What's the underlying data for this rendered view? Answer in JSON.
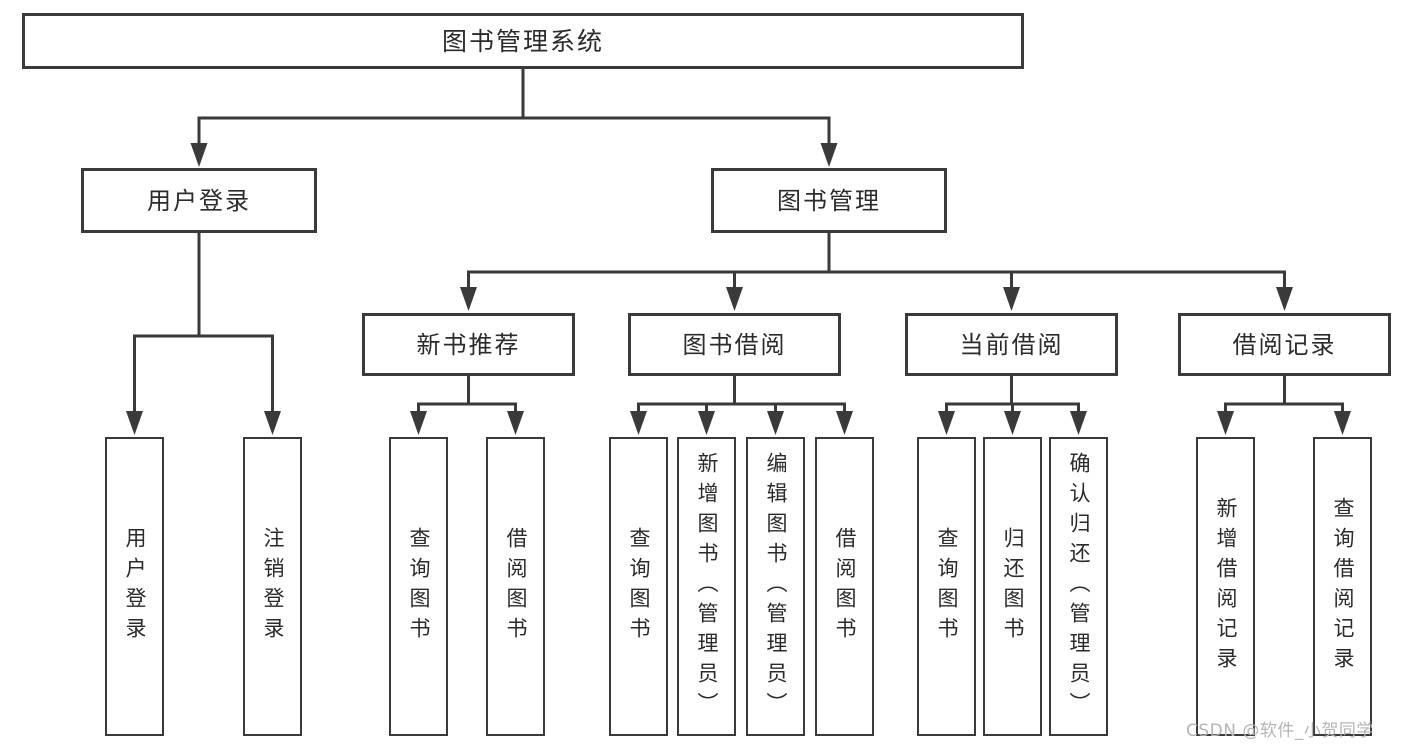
{
  "tree": {
    "root": {
      "label": "图书管理系统"
    },
    "level2": [
      {
        "id": "user-login",
        "label": "用户登录"
      },
      {
        "id": "book-management",
        "label": "图书管理"
      }
    ],
    "level3": [
      {
        "id": "new-book-recommend",
        "label": "新书推荐"
      },
      {
        "id": "book-borrowing",
        "label": "图书借阅"
      },
      {
        "id": "current-borrowing",
        "label": "当前借阅"
      },
      {
        "id": "borrowing-records",
        "label": "借阅记录"
      }
    ],
    "leaves": {
      "user_login": [
        "用户登录",
        "注销登录"
      ],
      "new_book_recommend": [
        "查询图书",
        "借阅图书"
      ],
      "book_borrowing": [
        "查询图书",
        "新增图书（管理员）",
        "编辑图书（管理员）",
        "借阅图书"
      ],
      "current_borrowing": [
        "查询图书",
        "归还图书",
        "确认归还（管理员）"
      ],
      "borrowing_records": [
        "新增借阅记录",
        "查询借阅记录"
      ]
    }
  },
  "watermark": {
    "text": "CSDN @软件_小贺同学"
  },
  "colors": {
    "line": "#3a3a3a",
    "text": "#2b2b2b",
    "watermark": "#b4b4b4",
    "background": "#ffffff"
  }
}
